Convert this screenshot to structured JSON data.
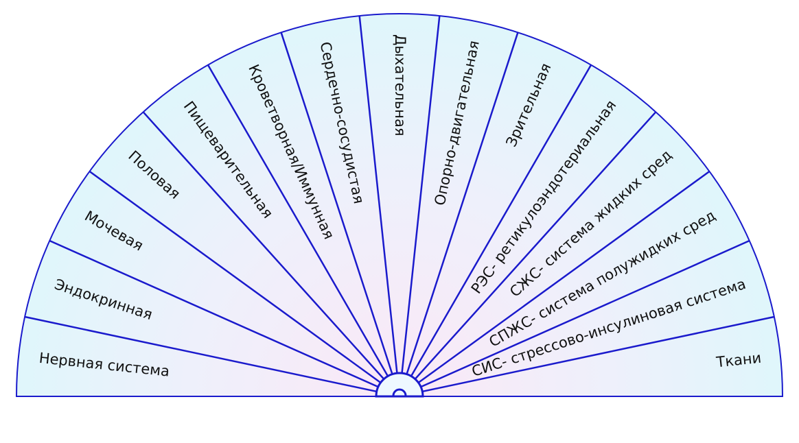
{
  "diagram": {
    "segments": [
      {
        "label": "Нервная система"
      },
      {
        "label": "Эндокринная"
      },
      {
        "label": "Мочевая"
      },
      {
        "label": "Половая"
      },
      {
        "label": "Пищеварительная"
      },
      {
        "label": "Кроветворная/Иммунная"
      },
      {
        "label": "Сердечно-сосудистая"
      },
      {
        "label": "Дыхательная"
      },
      {
        "label": "Опорно-двигательная"
      },
      {
        "label": "Зрительная"
      },
      {
        "label": "РЭС- ретикулоэндотериальная"
      },
      {
        "label": "СЖС- система жидких сред"
      },
      {
        "label": "СПЖС- система полужидких сред"
      },
      {
        "label": "СИС- стрессово-инсулиновая система"
      },
      {
        "label": "Ткани"
      }
    ],
    "colors": {
      "line": "#1a1acc",
      "center_fill": "#eef8ff",
      "outer_fill": "#dff6fb",
      "inner_fill": "#fbe8f6"
    }
  }
}
